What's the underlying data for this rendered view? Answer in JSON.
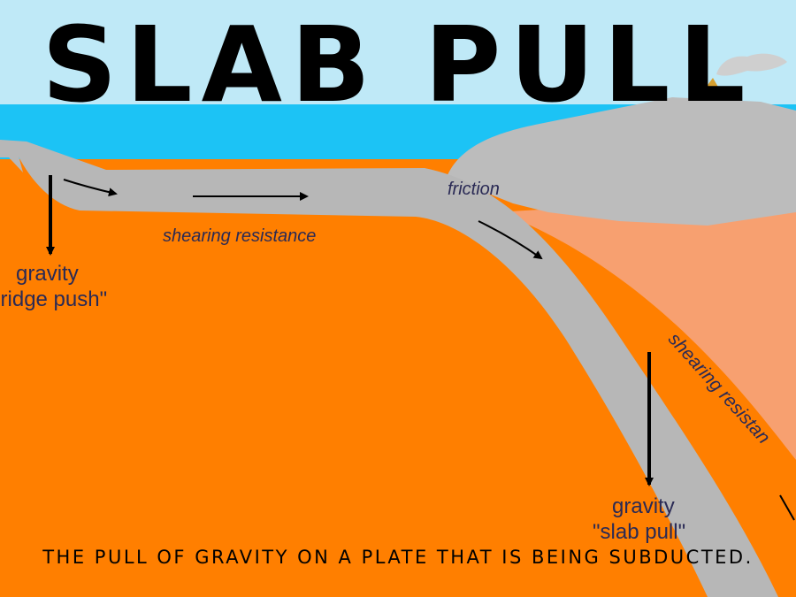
{
  "title": "SLAB PULL",
  "caption": "THE PULL OF GRAVITY ON A PLATE THAT IS BEING SUBDUCTED.",
  "labels": {
    "friction": "friction",
    "shearing_resistance_top": "shearing resistance",
    "shearing_resistance_slab": "shearing resistan",
    "gravity_left": "gravity",
    "ridge_push": "\"ridge push\"",
    "gravity_right": "gravity",
    "slab_pull": "\"slab pull\""
  },
  "colors": {
    "sky": "#bfe9f7",
    "ocean": "#1cc3f5",
    "plate": "#b7b7b7",
    "continent": "#bcbcbc",
    "mantle": "#ff7f00",
    "wedge": "#f7a070",
    "text": "#2a2a55",
    "volcano": "#d6a030"
  }
}
